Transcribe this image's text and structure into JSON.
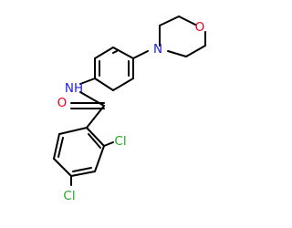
{
  "molecule": {
    "atoms": {
      "O_amide": {
        "label": "O",
        "color": "#e4001f"
      },
      "N_amide": {
        "label": "NH",
        "color": "#2020e0"
      },
      "N_morph": {
        "label": "N",
        "color": "#2020e0"
      },
      "O_morph": {
        "label": "O",
        "color": "#e4001f"
      },
      "Cl_2": {
        "label": "Cl",
        "color": "#26a326"
      },
      "Cl_4": {
        "label": "Cl",
        "color": "#26a326"
      }
    },
    "bond_color": "#000000"
  }
}
